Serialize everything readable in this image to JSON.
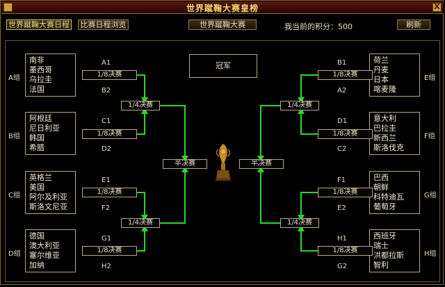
{
  "window": {
    "title": "世界蹴鞠大赛皇榜",
    "close_label": "X"
  },
  "toolbar": {
    "tab_bracket": "世界蹴鞠大赛日程",
    "tab_schedule": "比赛日程浏览",
    "center_button": "世界蹴鞠大赛",
    "score_label": "我当前的积分：500",
    "refresh": "刷新"
  },
  "bracket": {
    "champion": "冠军",
    "round16": "1/8决赛",
    "quarter": "1/4决赛",
    "semi": "半决赛",
    "groups": [
      {
        "label": "A组",
        "teams": [
          "南非",
          "墨西哥",
          "乌拉圭",
          "法国"
        ]
      },
      {
        "label": "B组",
        "teams": [
          "阿根廷",
          "尼日利亚",
          "韩国",
          "希腊"
        ]
      },
      {
        "label": "C组",
        "teams": [
          "英格兰",
          "美国",
          "阿尔及利亚",
          "斯洛文尼亚"
        ]
      },
      {
        "label": "D组",
        "teams": [
          "德国",
          "澳大利亚",
          "塞尔维亚",
          "加纳"
        ]
      },
      {
        "label": "E组",
        "teams": [
          "荷兰",
          "丹麦",
          "日本",
          "喀麦隆"
        ]
      },
      {
        "label": "F组",
        "teams": [
          "意大利",
          "巴拉圭",
          "新西兰",
          "斯洛伐克"
        ]
      },
      {
        "label": "G组",
        "teams": [
          "巴西",
          "朝鲜",
          "科特迪瓦",
          "葡萄牙"
        ]
      },
      {
        "label": "H组",
        "teams": [
          "西班牙",
          "瑞士",
          "洪都拉斯",
          "智利"
        ]
      }
    ],
    "slots": {
      "left": [
        [
          "A1",
          "B2"
        ],
        [
          "C1",
          "D2"
        ],
        [
          "E1",
          "F2"
        ],
        [
          "G1",
          "H2"
        ]
      ],
      "right": [
        [
          "B1",
          "A2"
        ],
        [
          "D1",
          "C2"
        ],
        [
          "F1",
          "E2"
        ],
        [
          "H1",
          "G2"
        ]
      ]
    }
  },
  "colors": {
    "line": "#28d828",
    "title": "#f2d470",
    "border": "#b8a888"
  },
  "icons": {
    "trophy": "trophy-icon"
  }
}
